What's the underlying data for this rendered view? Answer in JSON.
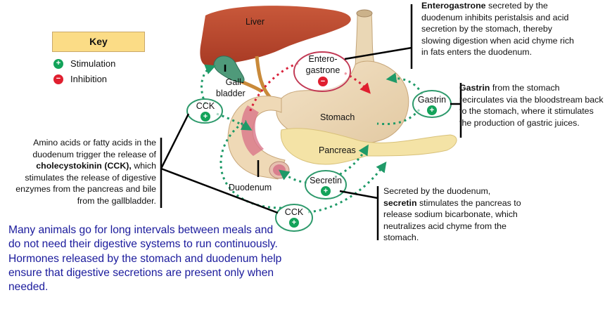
{
  "key": {
    "title": "Key",
    "items": [
      {
        "label": "Stimulation",
        "symbol": "+",
        "color": "#13a35a"
      },
      {
        "label": "Inhibition",
        "symbol": "−",
        "color": "#e01f2f"
      }
    ]
  },
  "organs": {
    "liver": "Liver",
    "gallbladder_line1": "Gall-",
    "gallbladder_line2": "bladder",
    "stomach": "Stomach",
    "pancreas": "Pancreas",
    "duodenum": "Duodenum"
  },
  "hormones": {
    "enterogastrone_line1": "Entero-",
    "enterogastrone_line2": "gastrone",
    "gastrin": "Gastrin",
    "cck_upper": "CCK",
    "cck_lower": "CCK",
    "secretin": "Secretin",
    "plus": "+",
    "minus": "−"
  },
  "notes": {
    "enterogastrone": {
      "bold": "Enterogastrone",
      "rest": " secreted by the duodenum inhibits peristalsis and acid secretion by the stomach, thereby slowing digestion when acid chyme rich in fats enters the duodenum."
    },
    "gastrin": {
      "bold": "Gastrin",
      "rest": " from the stomach recirculates via the bloodstream back to the stomach, where it stimulates the production of gastric juices."
    },
    "cck": {
      "pre": "Amino acids or fatty acids in the duodenum trigger the release of ",
      "bold": "cholecystokinin (CCK),",
      "rest": " which stimulates the release of digestive enzymes from the pancreas and bile from the gallbladder."
    },
    "secretin": {
      "pre": "Secreted by the duodenum, ",
      "bold": "secretin",
      "rest": " stimulates the pancreas to release sodium bicarbonate, which neutralizes acid chyme from the stomach."
    }
  },
  "summary": "Many animals go for long intervals between meals and do not need their digestive systems to run continuously. Hormones released by the stomach and duodenum help ensure that digestive secretions are present only when needed.",
  "colors": {
    "stimulation": "#13a35a",
    "inhibition": "#e01f2f",
    "summary_text": "#1a1a9c",
    "key_fill": "#fbdc86"
  }
}
